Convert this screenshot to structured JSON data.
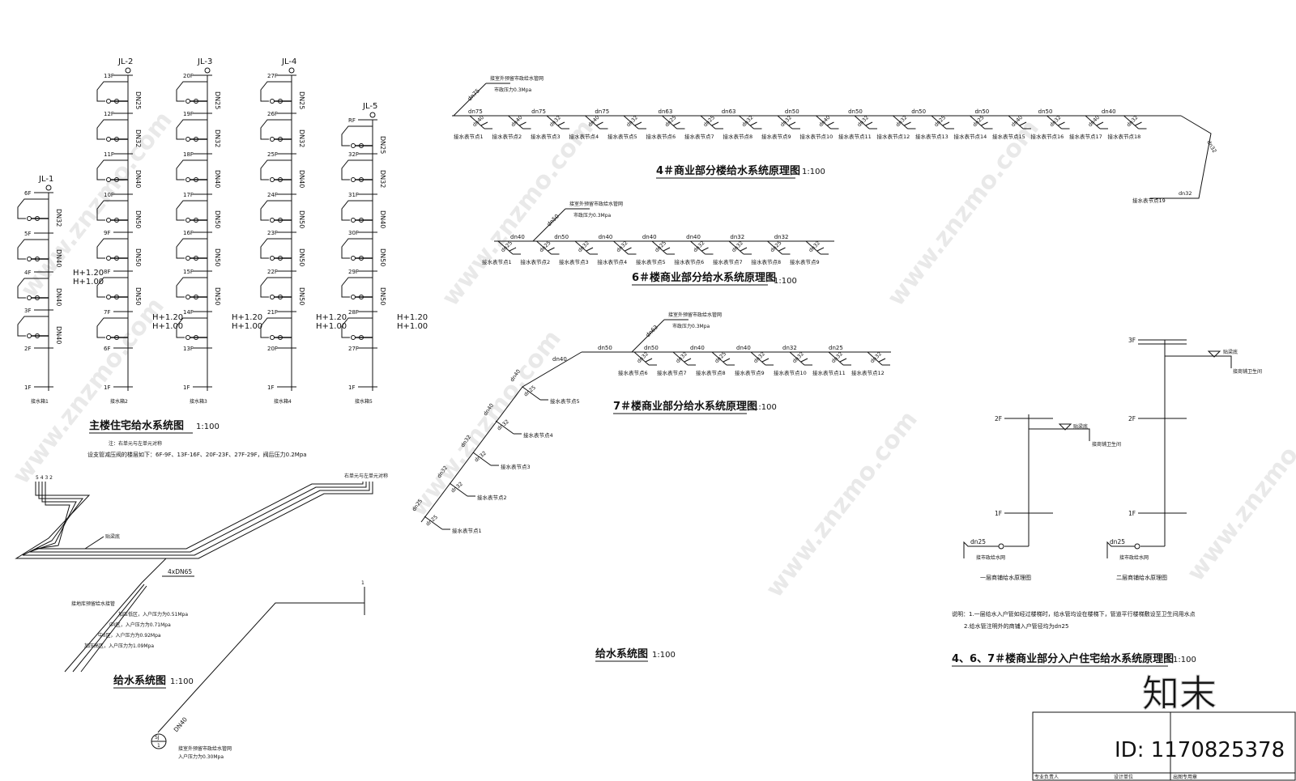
{
  "risers": [
    {
      "id": "JL-1",
      "floors": [
        "6F",
        "5F",
        "4F",
        "3F",
        "2F",
        "1F"
      ],
      "pipes": [
        "DN32",
        "DN40",
        "DN40",
        "DN40"
      ],
      "label": "接水箱1",
      "hmarks": [
        "H+1.20",
        "H+1.00"
      ]
    },
    {
      "id": "JL-2",
      "floors": [
        "13F",
        "12F",
        "11F",
        "10F",
        "9F",
        "8F",
        "7F",
        "6F",
        "1F"
      ],
      "pipes": [
        "DN25",
        "DN32",
        "DN40",
        "DN50",
        "DN50",
        "DN50"
      ],
      "label": "接水箱2",
      "hmarks": [
        "H+1.20",
        "H+1.00"
      ]
    },
    {
      "id": "JL-3",
      "floors": [
        "20F",
        "19F",
        "18F",
        "17F",
        "16F",
        "15F",
        "14F",
        "13F",
        "1F"
      ],
      "pipes": [
        "DN25",
        "DN32",
        "DN40",
        "DN50",
        "DN50",
        "DN50"
      ],
      "label": "接水箱3",
      "hmarks": [
        "H+1.20",
        "H+1.00"
      ]
    },
    {
      "id": "JL-4",
      "floors": [
        "27F",
        "26F",
        "25F",
        "24F",
        "23F",
        "22F",
        "21F",
        "20F",
        "1F"
      ],
      "pipes": [
        "DN25",
        "DN32",
        "DN40",
        "DN50",
        "DN50",
        "DN50"
      ],
      "label": "接水箱4",
      "hmarks": [
        "H+1.20",
        "H+1.00"
      ]
    },
    {
      "id": "JL-5",
      "floors": [
        "RF",
        "32F",
        "31F",
        "30F",
        "29F",
        "28F",
        "27F",
        "1F"
      ],
      "pipes": [
        "DN25",
        "DN32",
        "DN40",
        "DN50",
        "DN50"
      ],
      "label": "接水箱5",
      "hmarks": [
        "H+1.20",
        "H+1.00"
      ]
    }
  ],
  "main_residential": {
    "title": "主楼住宅给水系统图",
    "scale": "1:100",
    "note1": "注：右单元与左单元对称",
    "note2": "设支管减压阀的楼层如下：6F-9F、13F-16F、20F-23F、27F-29F，阀后压力0.2Mpa"
  },
  "supply_system": {
    "title": "给水系统图",
    "scale": "1:100",
    "right_note": "右单元与左单元对称",
    "tank": "贴梁底",
    "count_label": "4xDN65",
    "zones": [
      "接地库预留给水接管",
      "加压低区，入户压力为0.51Mpa",
      "中I区，入户压力为0.71Mpa",
      "中II区，入户压力为0.92Mpa",
      "加压高区，入户压力为1.09Mpa"
    ],
    "inlet_pipe": "DN40",
    "inlet_note1": "接室外预留市政给水管网",
    "inlet_note2": "入户压力为0.30Mpa",
    "sj_top": "SJ",
    "sj_bot": "1",
    "marker": "1"
  },
  "comm4": {
    "title": "4＃商业部分楼给水系统原理图",
    "scale": "1:100",
    "inlet_note": "接室外预留市政给水管网",
    "pressure": "市政压力0.3Mpa",
    "inlet_pipe": "dn75",
    "trunk_sizes": [
      "dn75",
      "dn75",
      "dn75",
      "dn63",
      "dn63",
      "dn50",
      "dn50",
      "dn50",
      "dn50",
      "dn50",
      "dn40"
    ],
    "branch_sizes": [
      "dn40",
      "dn40",
      "dn32",
      "dn40",
      "dn32",
      "dn25",
      "dn25",
      "dn32",
      "dn32",
      "dn40",
      "dn32",
      "dn32",
      "dn25",
      "dn25",
      "dn40",
      "dn32",
      "dn40",
      "dn32"
    ],
    "points": [
      "接水表节点1",
      "接水表节点2",
      "接水表节点3",
      "接水表节点4",
      "接水表节点5",
      "接水表节点6",
      "接水表节点7",
      "接水表节点8",
      "接水表节点9",
      "接水表节点10",
      "接水表节点11",
      "接水表节点12",
      "接水表节点13",
      "接水表节点14",
      "接水表节点15",
      "接水表节点16",
      "接水表节点17",
      "接水表节点18"
    ],
    "tail_sizes": [
      "dn32",
      "dn32"
    ],
    "tail_point": "接水表节点19"
  },
  "comm6": {
    "title": "6＃楼商业部分给水系统原理图",
    "scale": "1:100",
    "inlet_note": "接室外预留市政给水管网",
    "pressure": "市政压力0.3Mpa",
    "inlet_pipe": "dn50",
    "trunk_sizes": [
      "dn40",
      "dn50",
      "dn40",
      "dn40",
      "dn40",
      "dn32",
      "dn32"
    ],
    "branch_sizes": [
      "dn25",
      "dn25",
      "dn32",
      "dn32",
      "dn25",
      "dn32",
      "dn32",
      "dn25",
      "dn32"
    ],
    "points": [
      "接水表节点1",
      "接水表节点2",
      "接水表节点3",
      "接水表节点4",
      "接水表节点5",
      "接水表节点6",
      "接水表节点7",
      "接水表节点8",
      "接水表节点9"
    ]
  },
  "comm7": {
    "title": "7＃楼商业部分给水系统原理图",
    "scale": "1:100",
    "inlet_note": "接室外预留市政给水管网",
    "pressure": "市政压力0.3Mpa",
    "inlet_pipe": "dn63",
    "trunk_sizes": [
      "dn50",
      "dn50",
      "dn40",
      "dn40",
      "dn32",
      "dn25"
    ],
    "branch_sizes": [
      "dn32",
      "dn32",
      "dn25",
      "dn32",
      "dn32",
      "dn32",
      "dn32"
    ],
    "points": [
      "接水表节点6",
      "接水表节点7",
      "接水表节点8",
      "接水表节点9",
      "接水表节点10",
      "接水表节点11",
      "接水表节点12"
    ],
    "diag_trunk": "dn40",
    "diag_sizes": [
      "dn40",
      "dn40",
      "dn32",
      "dn32",
      "dn25"
    ],
    "diag_branch": [
      "dn25",
      "dn32",
      "dn32",
      "dn32",
      "dn25"
    ],
    "diag_points": [
      "接水表节点5",
      "接水表节点4",
      "接水表节点3",
      "接水表节点2",
      "接水表节点1"
    ]
  },
  "supply_title": {
    "title": "给水系统图",
    "scale": "1:100"
  },
  "shops": {
    "title": "4、6、7＃楼商业部分入户住宅给水系统原理图",
    "scale": "1:100",
    "first": {
      "label": "一层商铺给水原理图",
      "floors": [
        "2F",
        "1F"
      ],
      "inlet": "dn25",
      "supply": "接市政给水网",
      "ceil": "贴梁底",
      "fixture": "接商铺卫生间"
    },
    "second": {
      "label": "二层商铺给水原理图",
      "floors": [
        "3F",
        "2F",
        "1F"
      ],
      "inlet": "dn25",
      "supply": "接市政给水网",
      "ceil": "贴梁底",
      "fixture": "接商铺卫生间"
    },
    "note1": "说明：1.一层给水入户管如经过楼梯时，给水管均设在楼梯下，管道平行楼梯敷设至卫生间用水点",
    "note2": "2.给水管注明外的商铺入户管径均为dn25"
  },
  "title_block": {
    "left": "专业负责人",
    "mid": "设计单位",
    "stamp": "出图专用章",
    "id": "ID: 1170825378",
    "logo": "知末"
  },
  "watermark": "www.znzmo.com"
}
